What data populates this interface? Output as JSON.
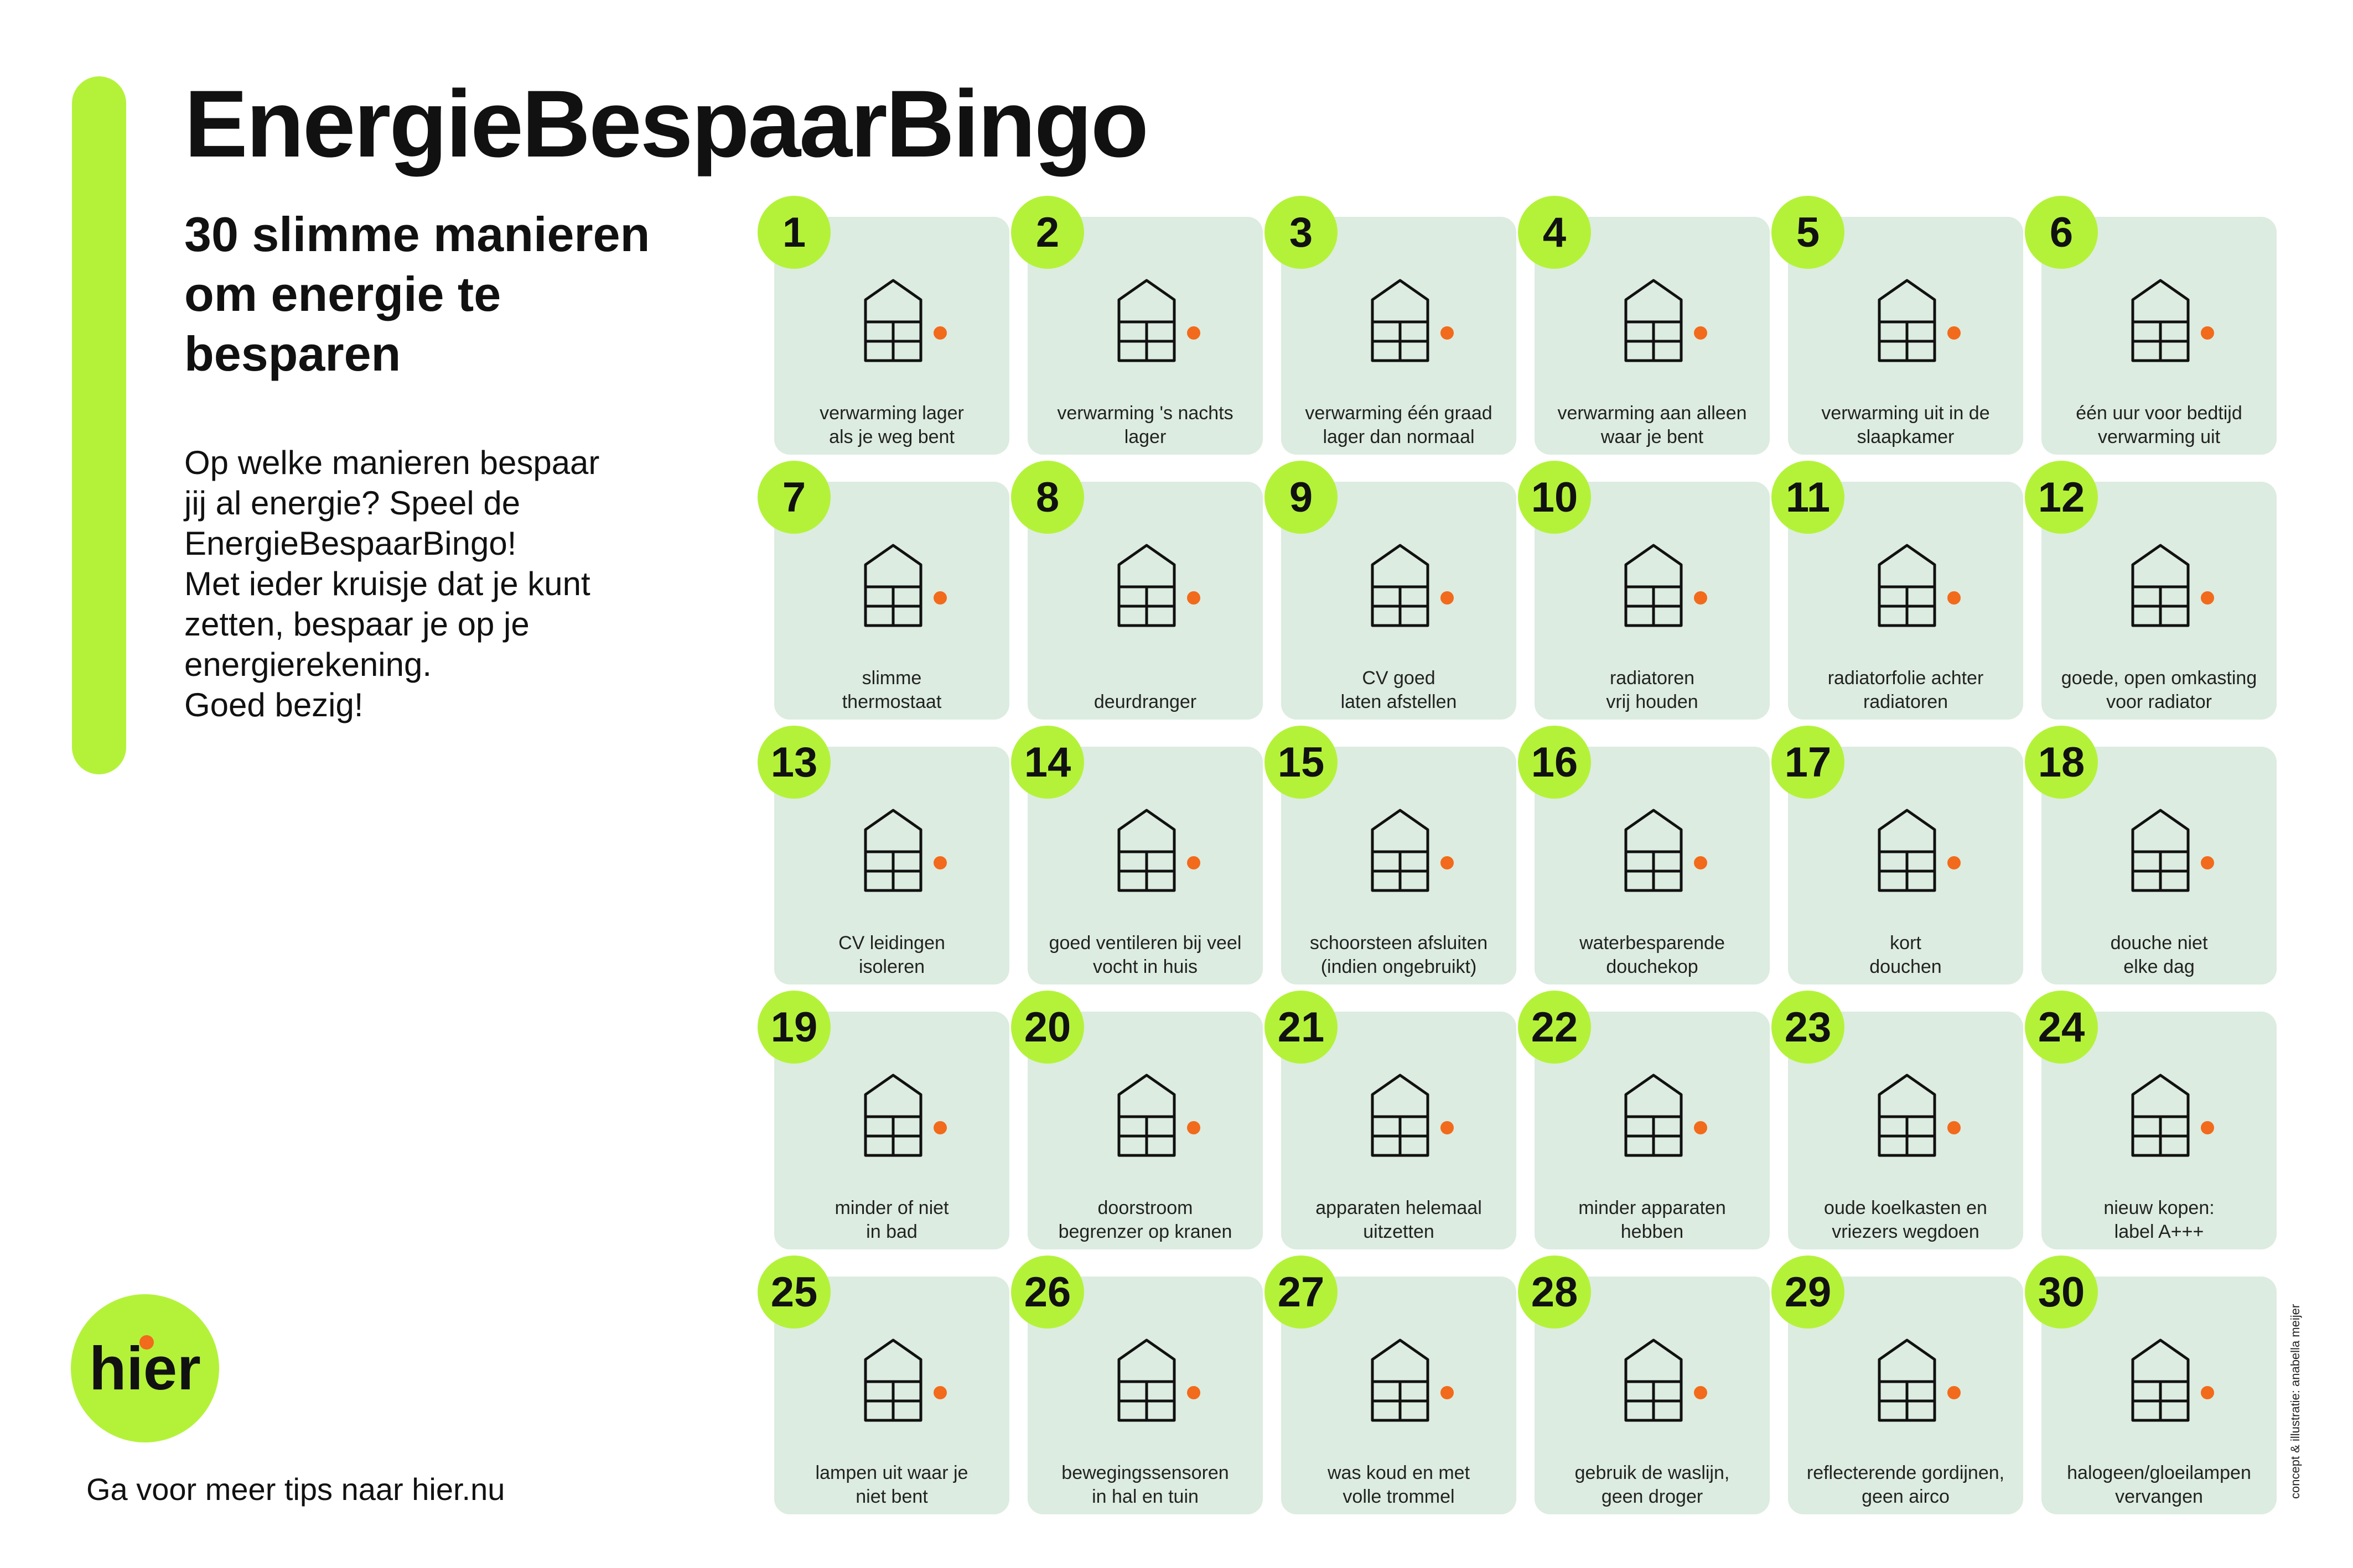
{
  "title": "EnergieBespaarBingo",
  "subtitle": [
    "30 slimme manieren",
    "om energie te",
    "besparen"
  ],
  "intro": [
    "Op welke manieren bespaar",
    "jij al energie? Speel de",
    "EnergieBespaarBingo!",
    "Met ieder kruisje dat je kunt",
    "zetten, bespaar je op je",
    "energierekening.",
    "Goed bezig!"
  ],
  "logo": "hier",
  "footer": "Ga voor meer tips naar hier.nu",
  "credit": "concept & illustratie: anabella meijer",
  "colors": {
    "accent": "#b4f23a",
    "card": "#dcece0",
    "highlight": "#f26a1b"
  },
  "cards": [
    {
      "num": "1",
      "lines": [
        "verwarming lager",
        "als je weg bent"
      ],
      "icon": "house-thermometer-icon"
    },
    {
      "num": "2",
      "lines": [
        "verwarming 's nachts",
        "lager"
      ],
      "icon": "house-moon-icon"
    },
    {
      "num": "3",
      "lines": [
        "verwarming één graad",
        "lager dan normaal"
      ],
      "icon": "house-sweater-icon"
    },
    {
      "num": "4",
      "lines": [
        "verwarming aan alleen",
        "waar je bent"
      ],
      "icon": "house-room-icon"
    },
    {
      "num": "5",
      "lines": [
        "verwarming uit in de",
        "slaapkamer"
      ],
      "icon": "house-off-switch-icon"
    },
    {
      "num": "6",
      "lines": [
        "één uur voor bedtijd",
        "verwarming uit"
      ],
      "icon": "house-timer-icon"
    },
    {
      "num": "7",
      "lines": [
        "slimme",
        "thermostaat"
      ],
      "icon": "smart-thermostat-icon"
    },
    {
      "num": "8",
      "lines": [
        "deurdranger"
      ],
      "icon": "door-closer-icon"
    },
    {
      "num": "9",
      "lines": [
        "CV goed",
        "laten afstellen"
      ],
      "icon": "boiler-check-icon"
    },
    {
      "num": "10",
      "lines": [
        "radiatoren",
        "vrij houden"
      ],
      "icon": "radiator-sofa-icon"
    },
    {
      "num": "11",
      "lines": [
        "radiatorfolie achter",
        "radiatoren"
      ],
      "icon": "radiator-foil-icon"
    },
    {
      "num": "12",
      "lines": [
        "goede, open omkasting",
        "voor radiator"
      ],
      "icon": "radiator-cover-icon"
    },
    {
      "num": "13",
      "lines": [
        "CV leidingen",
        "isoleren"
      ],
      "icon": "pipe-insulation-icon"
    },
    {
      "num": "14",
      "lines": [
        "goed ventileren bij veel",
        "vocht in huis"
      ],
      "icon": "house-ventilation-icon"
    },
    {
      "num": "15",
      "lines": [
        "schoorsteen afsluiten",
        "(indien ongebruikt)"
      ],
      "icon": "house-chimney-icon"
    },
    {
      "num": "16",
      "lines": [
        "waterbesparende",
        "douchekop"
      ],
      "icon": "shower-head-icon"
    },
    {
      "num": "17",
      "lines": [
        "kort",
        "douchen"
      ],
      "icon": "timer-icon"
    },
    {
      "num": "18",
      "lines": [
        "douche niet",
        "elke dag"
      ],
      "icon": "sponge-icon"
    },
    {
      "num": "19",
      "lines": [
        "minder of niet",
        "in bad"
      ],
      "icon": "bathtub-icon"
    },
    {
      "num": "20",
      "lines": [
        "doorstroom",
        "begrenzer op kranen"
      ],
      "icon": "faucet-icon"
    },
    {
      "num": "21",
      "lines": [
        "apparaten helemaal",
        "uitzetten"
      ],
      "icon": "devices-off-icon"
    },
    {
      "num": "22",
      "lines": [
        "minder apparaten",
        "hebben"
      ],
      "icon": "devices-icon"
    },
    {
      "num": "23",
      "lines": [
        "oude koelkasten en",
        "vriezers wegdoen"
      ],
      "icon": "old-fridge-icon"
    },
    {
      "num": "24",
      "lines": [
        "nieuw kopen:",
        "label A+++"
      ],
      "icon": "fridge-label-icon"
    },
    {
      "num": "25",
      "lines": [
        "lampen uit waar je",
        "niet bent"
      ],
      "icon": "house-lamp-icon"
    },
    {
      "num": "26",
      "lines": [
        "bewegingssensoren",
        "in hal en tuin"
      ],
      "icon": "motion-sensor-icon"
    },
    {
      "num": "27",
      "lines": [
        "was koud en met",
        "volle trommel"
      ],
      "icon": "washing-machine-icon"
    },
    {
      "num": "28",
      "lines": [
        "gebruik de waslijn,",
        "geen droger"
      ],
      "icon": "clothesline-icon"
    },
    {
      "num": "29",
      "lines": [
        "reflecterende gordijnen,",
        "geen airco"
      ],
      "icon": "house-sun-icon"
    },
    {
      "num": "30",
      "lines": [
        "halogeen/gloeilampen",
        "vervangen"
      ],
      "icon": "led-bulb-icon"
    }
  ]
}
